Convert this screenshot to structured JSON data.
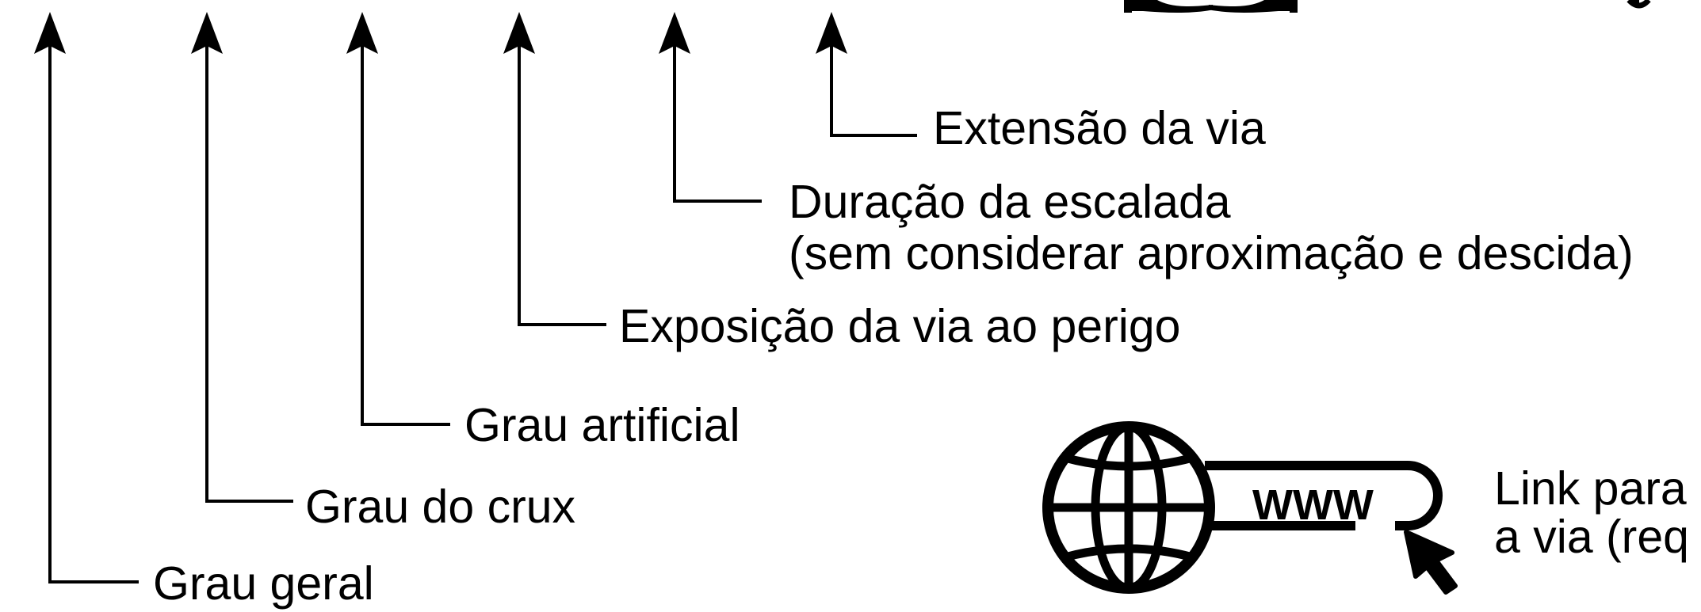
{
  "labels": {
    "extensao": "Extensão da via",
    "duracao_1": "Duração da escalada",
    "duracao_2": "(sem considerar aproximação e descida)",
    "exposicao": "Exposição da via ao perigo",
    "grau_artificial": "Grau artificial",
    "grau_crux": "Grau do crux",
    "grau_geral": "Grau geral",
    "www": "WWW",
    "link_1": "Link para",
    "link_2": "a via (req"
  },
  "icons": [
    "book-icon",
    "globe-icon",
    "cursor-arrow-icon"
  ],
  "colors": {
    "ink": "#000000",
    "background": "#ffffff"
  }
}
